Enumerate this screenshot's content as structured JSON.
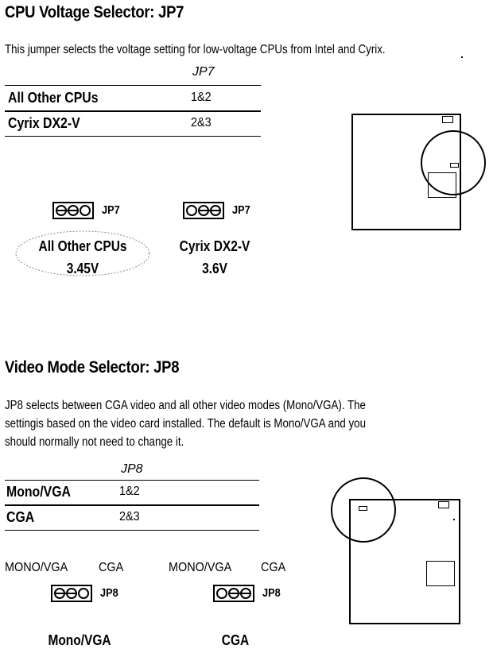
{
  "jp7": {
    "heading": "CPU Voltage Selector: JP7",
    "description": "This jumper selects the voltage setting for low-voltage CPUs from Intel and Cyrix.",
    "table": {
      "column_header": "JP7",
      "rows": [
        {
          "label": "All Other CPUs",
          "value": "1&2"
        },
        {
          "label": "Cyrix DX2-V",
          "value": "2&3"
        }
      ]
    },
    "diagrams": [
      {
        "jumper_label": "JP7",
        "caption_line1": "All Other CPUs",
        "caption_line2": "3.45V"
      },
      {
        "jumper_label": "JP7",
        "caption_line1": "Cyrix DX2-V",
        "caption_line2": "3.6V"
      }
    ]
  },
  "jp8": {
    "heading": "Video Mode Selector: JP8",
    "description_lines": [
      "JP8 selects between CGA video and all other video modes (Mono/VGA). The",
      "settingis based on the video card installed. The default is Mono/VGA and you",
      "should normally not need to change it."
    ],
    "table": {
      "column_header": "JP8",
      "rows": [
        {
          "label": "Mono/VGA",
          "value": "1&2"
        },
        {
          "label": "CGA",
          "value": "2&3"
        }
      ]
    },
    "diagrams": [
      {
        "mode_left": "MONO/VGA",
        "mode_right": "CGA",
        "jumper_label": "JP8",
        "caption": "Mono/VGA"
      },
      {
        "mode_left": "MONO/VGA",
        "mode_right": "CGA",
        "jumper_label": "JP8",
        "caption": "CGA"
      }
    ]
  }
}
